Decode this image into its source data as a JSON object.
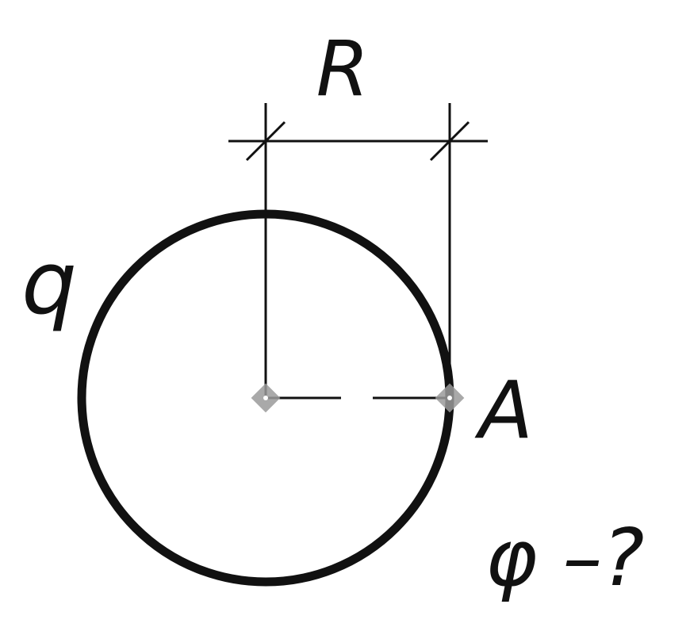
{
  "labels": {
    "radius": "R",
    "charge_density": "q",
    "point": "A",
    "question": "φ –?"
  },
  "colors": {
    "stroke": "#111111",
    "marker": "#9a9a9a",
    "background": "#ffffff"
  }
}
